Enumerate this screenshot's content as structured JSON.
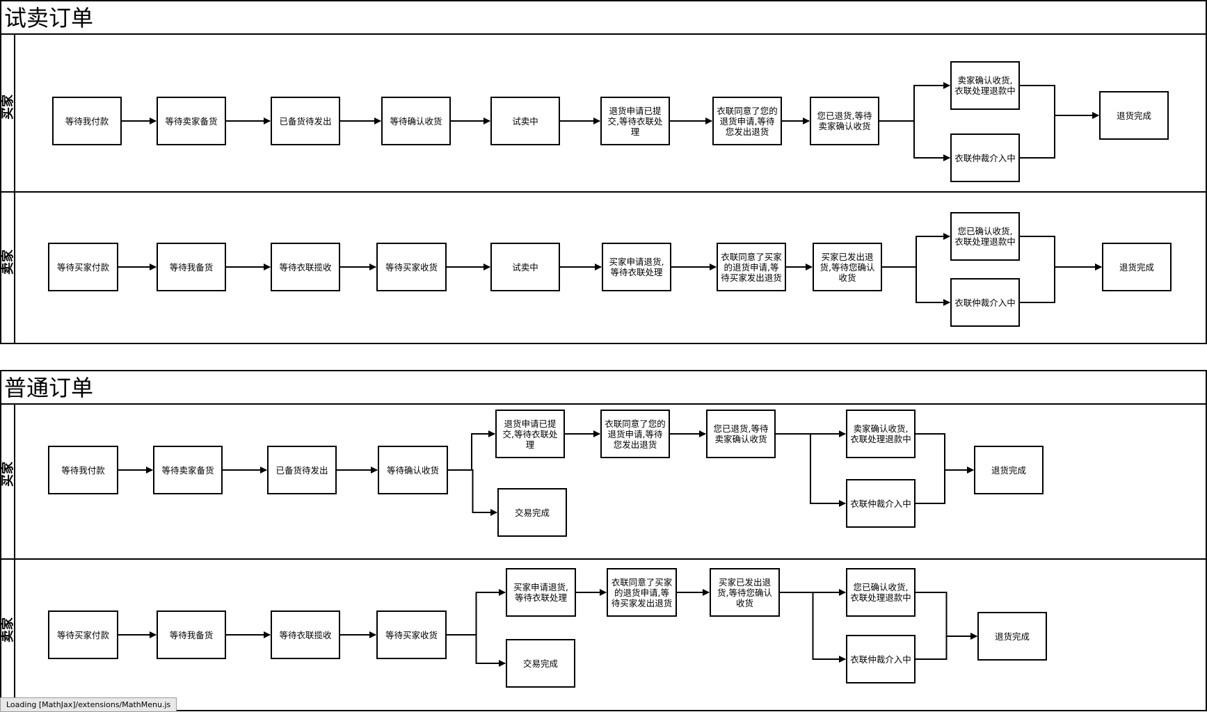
{
  "pools": [
    {
      "title": "试卖订单",
      "lanes": [
        {
          "label": "买家",
          "nodes": [
            {
              "id": "t1_a",
              "label": "等待我付款"
            },
            {
              "id": "t1_b",
              "label": "等待卖家备货"
            },
            {
              "id": "t1_c",
              "label": "已备货待发出"
            },
            {
              "id": "t1_d",
              "label": "等待确认收货"
            },
            {
              "id": "t1_e",
              "label": "试卖中"
            },
            {
              "id": "t1_f",
              "label": "退货申请已提交,等待衣联处理"
            },
            {
              "id": "t1_g",
              "label": "衣联同意了您的退货申请,等待您发出退货"
            },
            {
              "id": "t1_h",
              "label": "您已退货,等待卖家确认收货"
            },
            {
              "id": "t1_i",
              "label": "卖家确认收货,衣联处理退款中"
            },
            {
              "id": "t1_j",
              "label": "衣联仲裁介入中"
            },
            {
              "id": "t1_k",
              "label": "退货完成"
            }
          ]
        },
        {
          "label": "卖家",
          "nodes": [
            {
              "id": "t2_a",
              "label": "等待买家付款"
            },
            {
              "id": "t2_b",
              "label": "等待我备货"
            },
            {
              "id": "t2_c",
              "label": "等待衣联揽收"
            },
            {
              "id": "t2_d",
              "label": "等待买家收货"
            },
            {
              "id": "t2_e",
              "label": "试卖中"
            },
            {
              "id": "t2_f",
              "label": "买家申请退货,等待衣联处理"
            },
            {
              "id": "t2_g",
              "label": "衣联同意了买家的退货申请,等待买家发出退货"
            },
            {
              "id": "t2_h",
              "label": "买家已发出退货,等待您确认收货"
            },
            {
              "id": "t2_i",
              "label": "您已确认收货,衣联处理退款中"
            },
            {
              "id": "t2_j",
              "label": "衣联仲裁介入中"
            },
            {
              "id": "t2_k",
              "label": "退货完成"
            }
          ]
        }
      ]
    },
    {
      "title": "普通订单",
      "lanes": [
        {
          "label": "买家",
          "nodes": [
            {
              "id": "n1_a",
              "label": "等待我付款"
            },
            {
              "id": "n1_b",
              "label": "等待卖家备货"
            },
            {
              "id": "n1_c",
              "label": "已备货待发出"
            },
            {
              "id": "n1_d",
              "label": "等待确认收货"
            },
            {
              "id": "n1_f",
              "label": "退货申请已提交,等待衣联处理"
            },
            {
              "id": "n1_x",
              "label": "交易完成"
            },
            {
              "id": "n1_g",
              "label": "衣联同意了您的退货申请,等待您发出退货"
            },
            {
              "id": "n1_h",
              "label": "您已退货,等待卖家确认收货"
            },
            {
              "id": "n1_i",
              "label": "卖家确认收货,衣联处理退款中"
            },
            {
              "id": "n1_j",
              "label": "衣联仲裁介入中"
            },
            {
              "id": "n1_k",
              "label": "退货完成"
            }
          ]
        },
        {
          "label": "卖家",
          "nodes": [
            {
              "id": "n2_a",
              "label": "等待买家付款"
            },
            {
              "id": "n2_b",
              "label": "等待我备货"
            },
            {
              "id": "n2_c",
              "label": "等待衣联揽收"
            },
            {
              "id": "n2_d",
              "label": "等待买家收货"
            },
            {
              "id": "n2_f",
              "label": "买家申请退货,等待衣联处理"
            },
            {
              "id": "n2_x",
              "label": "交易完成"
            },
            {
              "id": "n2_g",
              "label": "衣联同意了买家的退货申请,等待买家发出退货"
            },
            {
              "id": "n2_h",
              "label": "买家已发出退货,等待您确认收货"
            },
            {
              "id": "n2_i",
              "label": "您已确认收货,衣联处理退款中"
            },
            {
              "id": "n2_j",
              "label": "衣联仲裁介入中"
            },
            {
              "id": "n2_k",
              "label": "退货完成"
            }
          ]
        }
      ]
    }
  ],
  "edges": [
    [
      "t1_a",
      "t1_b"
    ],
    [
      "t1_b",
      "t1_c"
    ],
    [
      "t1_c",
      "t1_d"
    ],
    [
      "t1_d",
      "t1_e"
    ],
    [
      "t1_e",
      "t1_f"
    ],
    [
      "t1_f",
      "t1_g"
    ],
    [
      "t1_g",
      "t1_h"
    ],
    [
      "t1_h",
      "t1_i"
    ],
    [
      "t1_h",
      "t1_j"
    ],
    [
      "t1_i",
      "t1_k"
    ],
    [
      "t1_j",
      "t1_k"
    ],
    [
      "t2_a",
      "t2_b"
    ],
    [
      "t2_b",
      "t2_c"
    ],
    [
      "t2_c",
      "t2_d"
    ],
    [
      "t2_d",
      "t2_e"
    ],
    [
      "t2_e",
      "t2_f"
    ],
    [
      "t2_f",
      "t2_g"
    ],
    [
      "t2_g",
      "t2_h"
    ],
    [
      "t2_h",
      "t2_i"
    ],
    [
      "t2_h",
      "t2_j"
    ],
    [
      "t2_i",
      "t2_k"
    ],
    [
      "t2_j",
      "t2_k"
    ],
    [
      "n1_a",
      "n1_b"
    ],
    [
      "n1_b",
      "n1_c"
    ],
    [
      "n1_c",
      "n1_d"
    ],
    [
      "n1_d",
      "n1_f"
    ],
    [
      "n1_d",
      "n1_x"
    ],
    [
      "n1_f",
      "n1_g"
    ],
    [
      "n1_g",
      "n1_h"
    ],
    [
      "n1_h",
      "n1_i"
    ],
    [
      "n1_h",
      "n1_j"
    ],
    [
      "n1_i",
      "n1_k"
    ],
    [
      "n1_j",
      "n1_k"
    ],
    [
      "n2_a",
      "n2_b"
    ],
    [
      "n2_b",
      "n2_c"
    ],
    [
      "n2_c",
      "n2_d"
    ],
    [
      "n2_d",
      "n2_f"
    ],
    [
      "n2_d",
      "n2_x"
    ],
    [
      "n2_f",
      "n2_g"
    ],
    [
      "n2_g",
      "n2_h"
    ],
    [
      "n2_h",
      "n2_i"
    ],
    [
      "n2_h",
      "n2_j"
    ],
    [
      "n2_i",
      "n2_k"
    ],
    [
      "n2_j",
      "n2_k"
    ]
  ],
  "status_bar": {
    "text": "Loading [MathJax]/extensions/MathMenu.js"
  }
}
